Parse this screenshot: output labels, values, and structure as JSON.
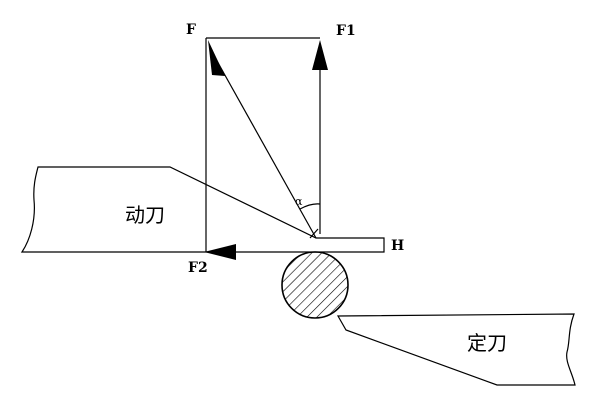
{
  "labels": {
    "force": "F",
    "force_vertical": "F1",
    "force_horizontal": "F2",
    "gap": "H",
    "angle": "α",
    "moving_blade": "动刀",
    "fixed_blade": "定刀"
  },
  "colors": {
    "ink": "#000000",
    "background": "#ffffff"
  }
}
